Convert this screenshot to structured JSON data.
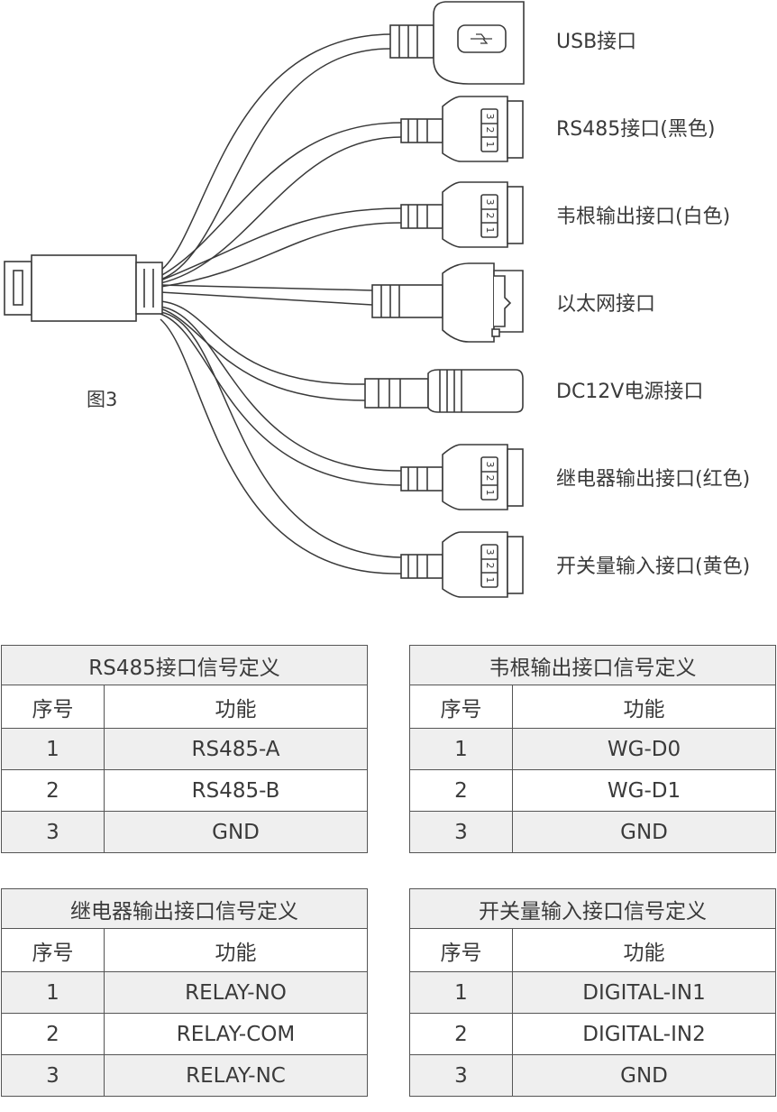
{
  "figure_label": "图3",
  "connectors": [
    {
      "label": "USB接口",
      "type": "usb"
    },
    {
      "label": "RS485接口(黑色)",
      "type": "terminal",
      "pins": [
        "3",
        "2",
        "1"
      ]
    },
    {
      "label": "韦根输出接口(白色)",
      "type": "terminal",
      "pins": [
        "3",
        "2",
        "1"
      ]
    },
    {
      "label": "以太网接口",
      "type": "rj45"
    },
    {
      "label": "DC12V电源接口",
      "type": "dc"
    },
    {
      "label": "继电器输出接口(红色)",
      "type": "terminal",
      "pins": [
        "3",
        "2",
        "1"
      ]
    },
    {
      "label": "开关量输入接口(黄色)",
      "type": "terminal",
      "pins": [
        "3",
        "2",
        "1"
      ]
    }
  ],
  "tables": [
    {
      "title": "RS485接口信号定义",
      "col_no": "序号",
      "col_func": "功能",
      "rows": [
        {
          "no": "1",
          "func": "RS485-A"
        },
        {
          "no": "2",
          "func": "RS485-B"
        },
        {
          "no": "3",
          "func": "GND"
        }
      ]
    },
    {
      "title": "韦根输出接口信号定义",
      "col_no": "序号",
      "col_func": "功能",
      "rows": [
        {
          "no": "1",
          "func": "WG-D0"
        },
        {
          "no": "2",
          "func": "WG-D1"
        },
        {
          "no": "3",
          "func": "GND"
        }
      ]
    },
    {
      "title": "继电器输出接口信号定义",
      "col_no": "序号",
      "col_func": "功能",
      "rows": [
        {
          "no": "1",
          "func": "RELAY-NO"
        },
        {
          "no": "2",
          "func": "RELAY-COM"
        },
        {
          "no": "3",
          "func": "RELAY-NC"
        }
      ]
    },
    {
      "title": "开关量输入接口信号定义",
      "col_no": "序号",
      "col_func": "功能",
      "rows": [
        {
          "no": "1",
          "func": "DIGITAL-IN1"
        },
        {
          "no": "2",
          "func": "DIGITAL-IN2"
        },
        {
          "no": "3",
          "func": "GND"
        }
      ]
    }
  ]
}
